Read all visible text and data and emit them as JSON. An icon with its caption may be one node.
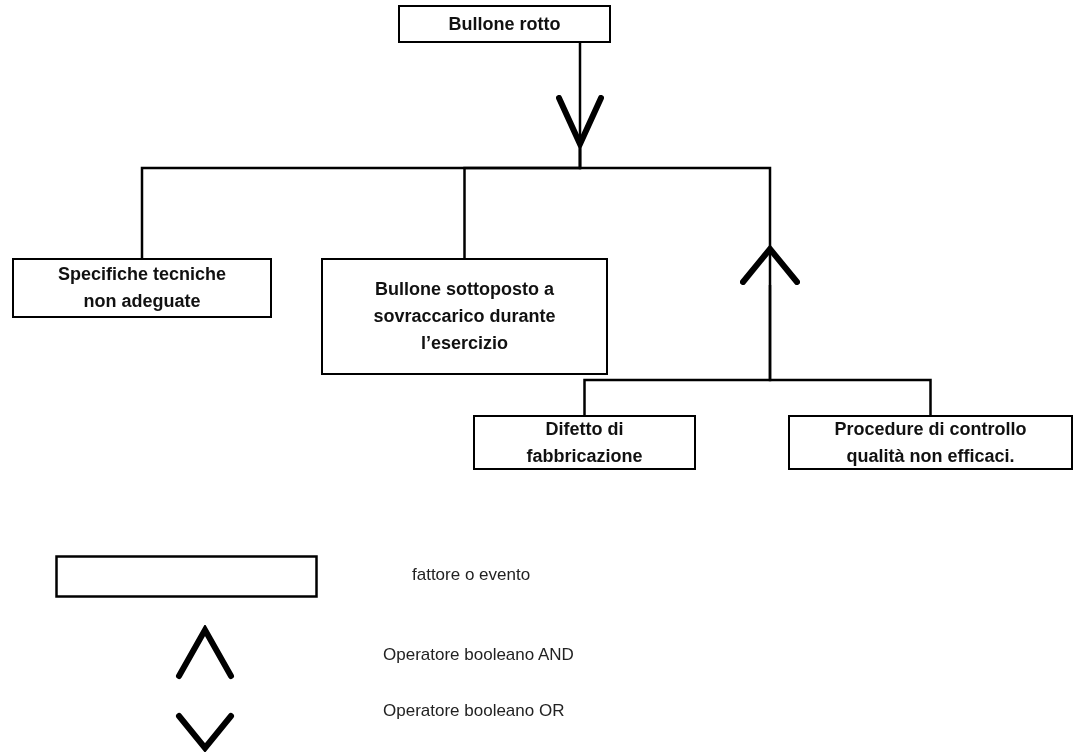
{
  "diagram": {
    "nodes": [
      {
        "text": [
          "Bullone rotto"
        ]
      },
      {
        "text": [],
        "shape": "chevron-down"
      },
      {
        "text": [
          "Specifiche tecniche non adeguate"
        ]
      },
      {
        "text": [
          "Bullone sottoposto a sovraccarico durante l’esercizio"
        ]
      },
      {
        "text": [],
        "shape": "chevron-up"
      },
      {
        "text": [
          "Difetto di fabbricazione"
        ]
      },
      {
        "text": [
          "Procedure di controllo qualità non efficaci."
        ]
      }
    ],
    "edges": [
      {
        "from": 0,
        "to": 1,
        "arrow": "none"
      },
      {
        "from": 1,
        "to": 2,
        "arrow": "none"
      },
      {
        "from": 1,
        "to": 3,
        "arrow": "none"
      },
      {
        "from": 1,
        "to": 4,
        "arrow": "none"
      },
      {
        "from": 4,
        "to": 5,
        "arrow": "none"
      },
      {
        "from": 4,
        "to": 6,
        "arrow": "none"
      }
    ],
    "legend": [
      {
        "text": "fattore o evento"
      },
      {
        "text": "Operatore booleano AND"
      },
      {
        "text": "Operatore booleano OR"
      }
    ]
  }
}
